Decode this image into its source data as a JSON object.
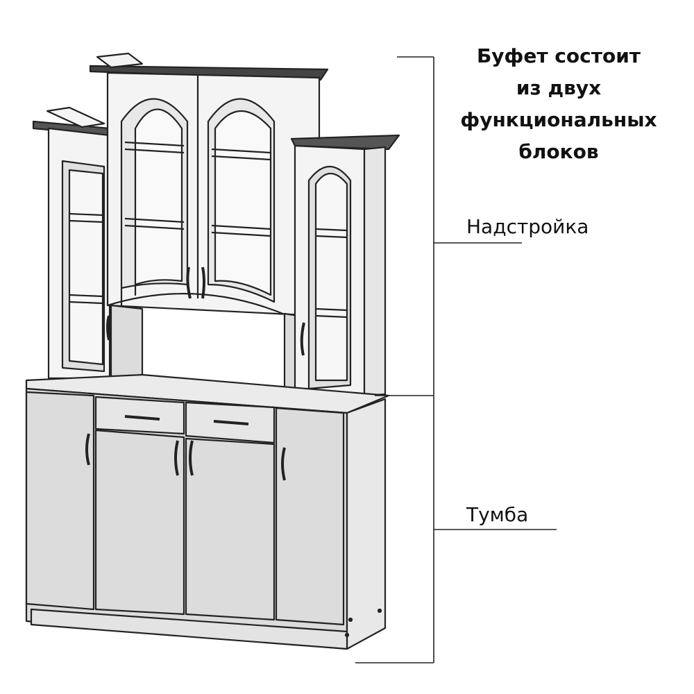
{
  "caption": {
    "lines": [
      "Буфет состоит",
      "из двух",
      "функциональных",
      "блоков"
    ]
  },
  "labels": {
    "upper_block": "Надстройка",
    "lower_block": "Тумба"
  },
  "colors": {
    "line": "#222222",
    "panel_light": "#f4f4f4",
    "panel_gray": "#dcdcdc",
    "panel_glass": "#e9e9e9",
    "cornice_dark": "#444444",
    "text": "#111111"
  }
}
